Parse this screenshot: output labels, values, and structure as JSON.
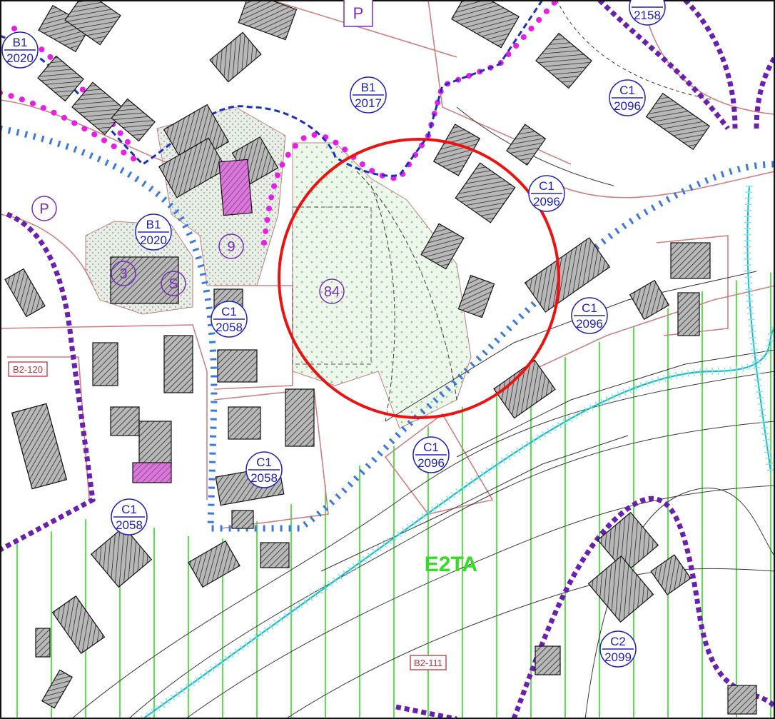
{
  "map": {
    "colors": {
      "background": "#ffffff",
      "building_fill": "#b0b0b0",
      "building_hatch": "#202020",
      "highlight_building": "#d070d0",
      "parcel_line": "#d08080",
      "contour": "#404040",
      "zone_boundary_purple": "#6a1fb0",
      "pink_dots": "#e81ee8",
      "blue_dashed": "#1a2fc0",
      "blue_triangles": "#3a7ae0",
      "green_hatch": "#33dd22",
      "green_dots_area": "#a8d8a0",
      "cyan_line": "#20c8d8",
      "red_circle": "#ee1111",
      "zone_label_blue": "#2020c0",
      "zone_label_purple": "#7a2ac0",
      "red_label": "#c03040"
    },
    "zone_labels": [
      {
        "code": "B1",
        "number": "2020"
      },
      {
        "code": "B1",
        "number": "2017"
      },
      {
        "code": "C1",
        "number": "2096"
      },
      {
        "code": "C1",
        "number": "2096"
      },
      {
        "code": "B1",
        "number": "2020"
      },
      {
        "code": "C1",
        "number": "2058"
      },
      {
        "code": "C1",
        "number": "2096"
      },
      {
        "code": "C1",
        "number": "2096"
      },
      {
        "code": "C1",
        "number": "2058"
      },
      {
        "code": "C1",
        "number": "2058"
      },
      {
        "code": "C2",
        "number": "2099"
      }
    ],
    "partial_label_number": "2158",
    "circle_numbers": [
      "P",
      "9",
      "3",
      "S",
      "84"
    ],
    "top_box_label": "P",
    "red_boxes": [
      "B2-120",
      "B2-111"
    ],
    "zone_text": "E2TA"
  }
}
